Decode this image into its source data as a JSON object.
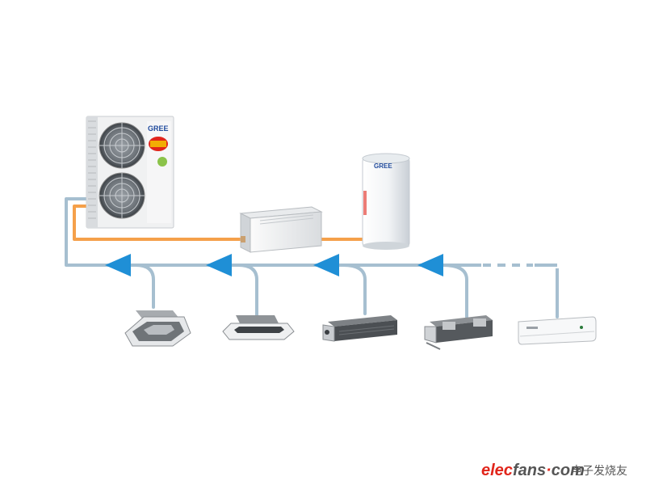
{
  "brand": {
    "name": "GREE",
    "badge_text": "",
    "tank_brand": "GREE"
  },
  "units": {
    "outdoor": {
      "kind": "outdoor-unit"
    },
    "fan_coil": {
      "kind": "floor-standing-fan-coil"
    },
    "water_tank": {
      "kind": "water-heater-tank"
    },
    "indoor": [
      {
        "kind": "four-way-cassette"
      },
      {
        "kind": "one-way-cassette"
      },
      {
        "kind": "slim-duct"
      },
      {
        "kind": "duct-unit"
      },
      {
        "kind": "wall-mounted"
      }
    ]
  },
  "colors": {
    "water_pipe": "#f5a04a",
    "refrigerant_pipe": "#a6bfd0",
    "flow_arrow": "#1f8fd6",
    "unit_body": "#f2f2f2",
    "watermark_red": "#e1251b",
    "watermark_gray": "#555555"
  },
  "watermark": {
    "part1": "elec",
    "part2": "fans",
    "dot": "·",
    "part3": "com",
    "cn": "电子发烧友"
  }
}
